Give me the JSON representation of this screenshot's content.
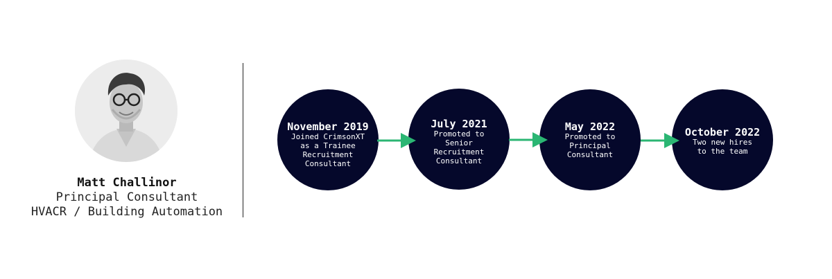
{
  "profile": {
    "name": "Matt Challinor",
    "role": "Principal Consultant",
    "specialty": "HVACR / Building Automation"
  },
  "colors": {
    "circle_fill": "#05082b",
    "arrow": "#2bb673",
    "divider": "#222222"
  },
  "timeline": [
    {
      "date": "November 2019",
      "description": "Joined CrimsonXT\nas a Trainee\nRecruitment\nConsultant"
    },
    {
      "date": "July 2021",
      "description": "Promoted to\nSenior\nRecruitment\nConsultant"
    },
    {
      "date": "May 2022",
      "description": "Promoted to\nPrincipal\nConsultant"
    },
    {
      "date": "October 2022",
      "description": "Two new hires\nto the team"
    }
  ]
}
